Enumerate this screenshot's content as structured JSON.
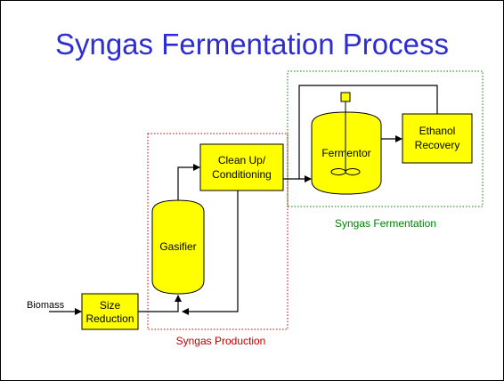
{
  "slide": {
    "title": "Syngas Fermentation Process"
  },
  "diagram": {
    "input_label": "Biomass",
    "units": {
      "size_reduction": [
        "Size",
        "Reduction"
      ],
      "gasifier": "Gasifier",
      "cleanup": [
        "Clean Up/",
        "Conditioning"
      ],
      "fermentor": "Fermentor",
      "ethanol_recovery": [
        "Ethanol",
        "Recovery"
      ]
    },
    "regions": {
      "production": "Syngas Production",
      "fermentation": "Syngas Fermentation"
    },
    "colors": {
      "equipment_fill": "#ffff00",
      "outline": "#000000",
      "title": "#2d2dd2",
      "production_region": "#c00000",
      "fermentation_region": "#008000"
    }
  }
}
